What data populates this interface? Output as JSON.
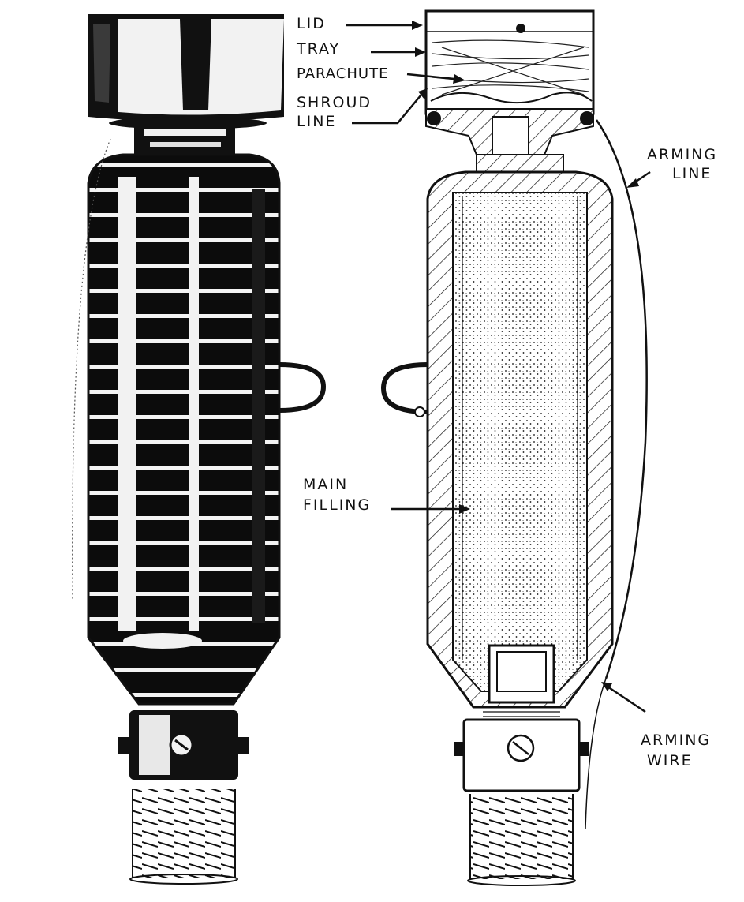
{
  "labels": {
    "lid": "LID",
    "tray": "TRAY",
    "parachute": "PARACHUTE",
    "shroud_1": "SHROUD",
    "shroud_2": "LINE",
    "arming_line_1": "ARMING",
    "arming_line_2": "LINE",
    "main_filling_1": "MAIN",
    "main_filling_2": "FILLING",
    "arming_wire_1": "ARMING",
    "arming_wire_2": "WIRE"
  },
  "colors": {
    "ink": "#111111",
    "paper": "#ffffff"
  }
}
